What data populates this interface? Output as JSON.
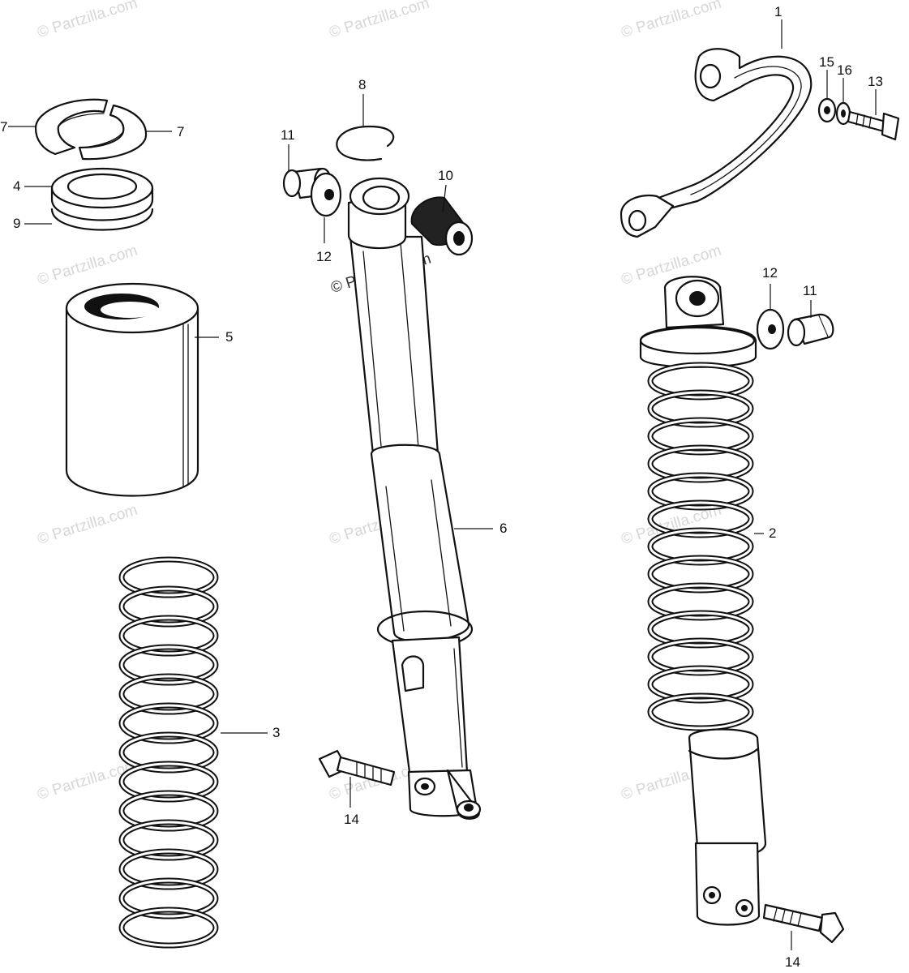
{
  "watermark": "© Partzilla.com",
  "callouts": [
    {
      "id": "c1",
      "label": "1"
    },
    {
      "id": "c2",
      "label": "2"
    },
    {
      "id": "c3",
      "label": "3"
    },
    {
      "id": "c4",
      "label": "4"
    },
    {
      "id": "c5",
      "label": "5"
    },
    {
      "id": "c6",
      "label": "6"
    },
    {
      "id": "c7a",
      "label": "7"
    },
    {
      "id": "c7b",
      "label": "7"
    },
    {
      "id": "c8",
      "label": "8"
    },
    {
      "id": "c9",
      "label": "9"
    },
    {
      "id": "c10",
      "label": "10"
    },
    {
      "id": "c11a",
      "label": "11"
    },
    {
      "id": "c11b",
      "label": "11"
    },
    {
      "id": "c12a",
      "label": "12"
    },
    {
      "id": "c12b",
      "label": "12"
    },
    {
      "id": "c13",
      "label": "13"
    },
    {
      "id": "c14a",
      "label": "14"
    },
    {
      "id": "c14b",
      "label": "14"
    },
    {
      "id": "c15",
      "label": "15"
    },
    {
      "id": "c16",
      "label": "16"
    }
  ]
}
